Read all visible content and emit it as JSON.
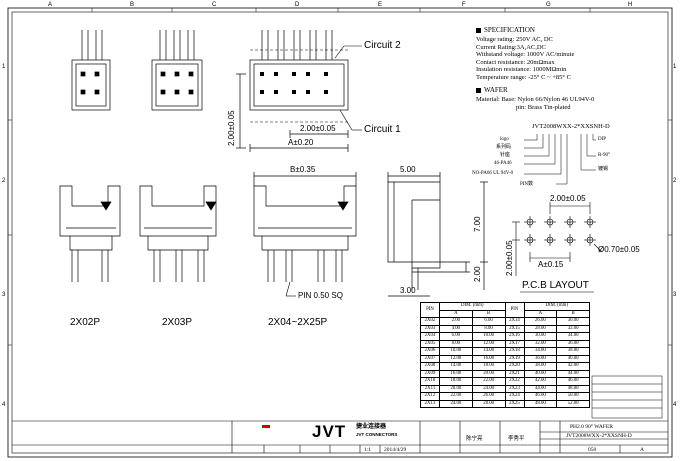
{
  "frame": {
    "col_labels": [
      "A",
      "B",
      "C",
      "D",
      "E",
      "F",
      "G",
      "H"
    ],
    "row_labels": [
      "1",
      "2",
      "3",
      "4"
    ]
  },
  "specification": {
    "title": "SPECIFICATION",
    "lines": [
      "Voltage rating: 250V AC, DC",
      "Current Rating:3A,AC,DC",
      "Withstand voltage: 1000V AC/minute",
      "Contact resistance: 20mΩmax",
      "Insulation resistance: 1000MΩmin",
      "Temperature range: -25° C ~ +85° C"
    ],
    "wafer_title": "WAFER",
    "material_lines": [
      "Material: Base: Nylon 66/Nylon 46 UL94V-0",
      "pin: Brass Tin-plated"
    ]
  },
  "part_code": {
    "code": "JVT2008WXX-2*XXSNH-D",
    "left_labels": [
      "logo",
      "系列码",
      "针座",
      "46-PA46",
      "NO-PA66 UL 94V-0"
    ],
    "right_labels": [
      "DIP",
      "R-90°",
      "镀锡"
    ],
    "bottom_label": "PIN数"
  },
  "drawing": {
    "circuit2": "Circuit 2",
    "circuit1": "Circuit 1",
    "dim_2_00": "2.00±0.05",
    "dim_a_020": "A±0.20",
    "dim_v_2_00": "2.00±0.05",
    "dim_b_035": "B±0.35",
    "dim_5_00": "5.00",
    "dim_7_00": "7.00",
    "dim_2_00_small": "2.00",
    "dim_3_00": "3.00",
    "pin_label": "PIN 0.50 SQ",
    "label_2x02": "2X02P",
    "label_2x03": "2X03P",
    "label_2x04": "2X04~2X25P",
    "pcb_2_00": "2.00±0.05",
    "pcb_v_2_00": "2.00±0.05",
    "pcb_hole": "Ø0.70±0.05",
    "pcb_a": "A±0.15",
    "pcb_layout": "P.C.B LAYOUT"
  },
  "dim_table": {
    "header_pin": "PIN",
    "header_dim": "DIM. (mm)",
    "header_a": "A",
    "header_b": "B",
    "rows": [
      [
        "2X02",
        "2.00",
        "6.00",
        "2X14",
        "26.00",
        "30.00"
      ],
      [
        "2X03",
        "4.00",
        "8.00",
        "2X15",
        "28.00",
        "32.00"
      ],
      [
        "2X04",
        "6.00",
        "10.00",
        "2X16",
        "30.00",
        "34.00"
      ],
      [
        "2X05",
        "8.00",
        "12.00",
        "2X17",
        "32.00",
        "36.00"
      ],
      [
        "2X06",
        "10.00",
        "14.00",
        "2X18",
        "34.00",
        "38.00"
      ],
      [
        "2X07",
        "12.00",
        "16.00",
        "2X19",
        "36.00",
        "40.00"
      ],
      [
        "2X08",
        "14.00",
        "18.00",
        "2X20",
        "38.00",
        "42.00"
      ],
      [
        "2X09",
        "16.00",
        "20.00",
        "2X21",
        "40.00",
        "44.00"
      ],
      [
        "2X10",
        "18.00",
        "22.00",
        "2X22",
        "42.00",
        "46.00"
      ],
      [
        "2X11",
        "20.00",
        "24.00",
        "2X23",
        "44.00",
        "48.00"
      ],
      [
        "2X12",
        "22.00",
        "26.00",
        "2X24",
        "46.00",
        "50.00"
      ],
      [
        "2X13",
        "24.00",
        "28.00",
        "2X25",
        "48.00",
        "52.00"
      ]
    ]
  },
  "title_block": {
    "logo": "JVT",
    "company_cn": "捷业连接器",
    "company_en": "JVT CONNECTORS",
    "product": "PH2.0 90° WAFER",
    "part_no": "JVT2008WXX-2*XXSNH-D",
    "drawn": "陈宁亮",
    "checked": "李秀平",
    "date": "2014/4/29",
    "scale": "1:1",
    "sheet": "050",
    "rev": "A"
  }
}
